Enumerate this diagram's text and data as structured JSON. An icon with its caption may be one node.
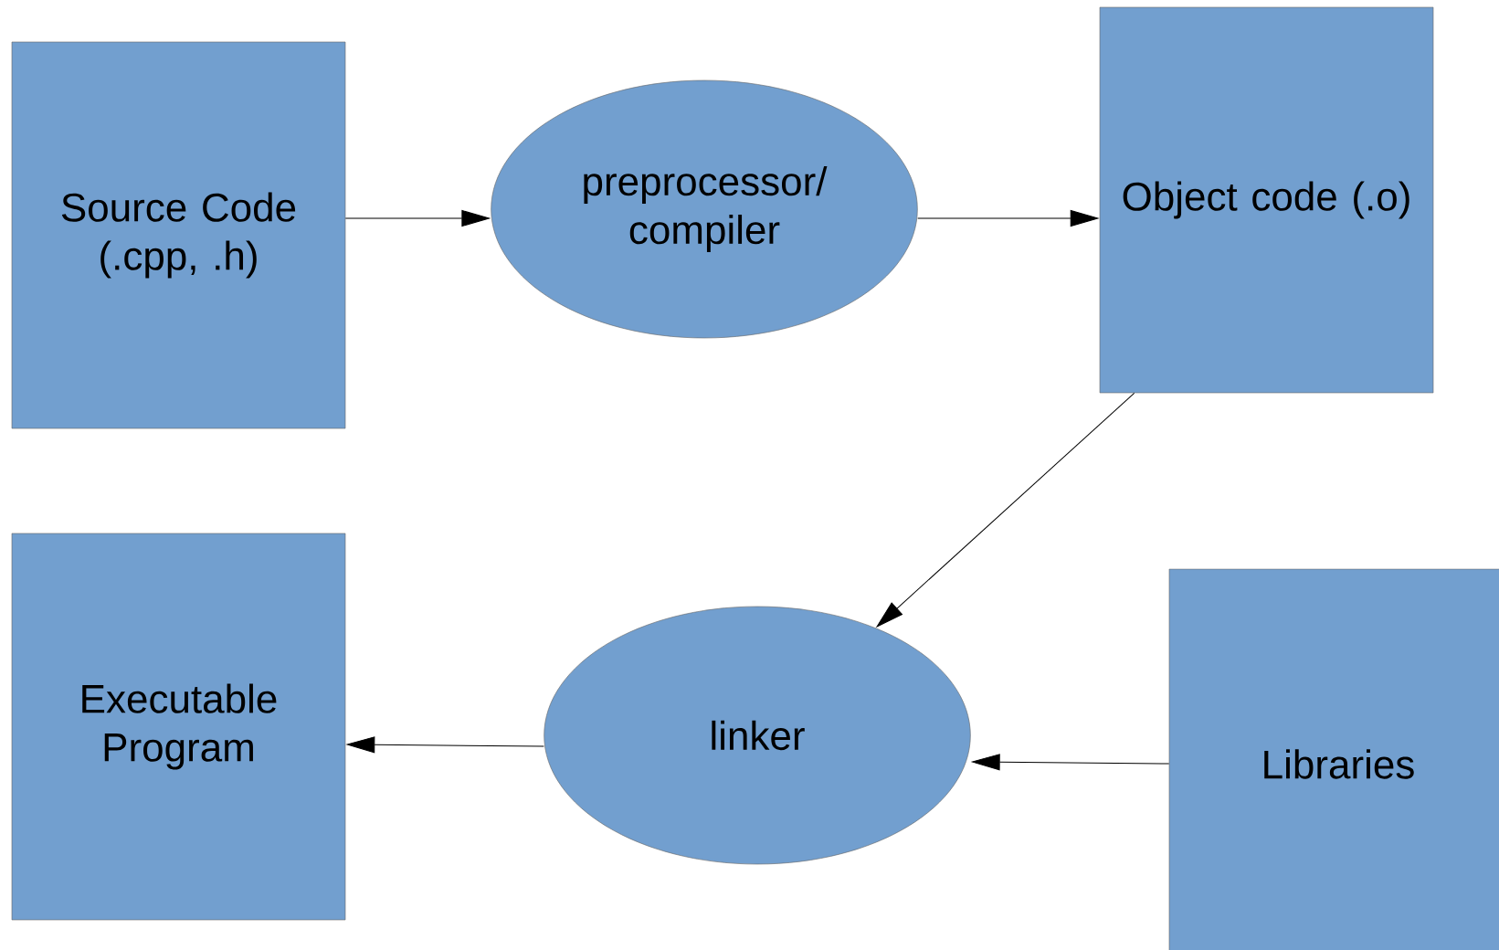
{
  "diagram": {
    "nodes": [
      {
        "text": [
          "Source Code (.cpp, .h)"
        ]
      },
      {
        "text": [
          "preprocessor/ compiler"
        ]
      },
      {
        "text": [
          "Object code (.o)"
        ]
      },
      {
        "text": [
          "Executable Program"
        ]
      },
      {
        "text": [
          "linker"
        ]
      },
      {
        "text": [
          "Libraries"
        ]
      }
    ],
    "edges": [
      {
        "from": 0,
        "to": 1,
        "arrow": "to"
      },
      {
        "from": 1,
        "to": 2,
        "arrow": "to"
      },
      {
        "from": 2,
        "to": 4,
        "arrow": "to"
      },
      {
        "from": 4,
        "to": 3,
        "arrow": "to"
      },
      {
        "from": 5,
        "to": 4,
        "arrow": "to"
      }
    ]
  }
}
